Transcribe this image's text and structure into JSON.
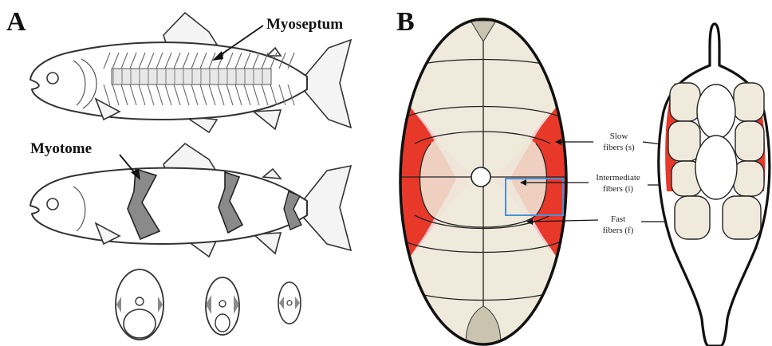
{
  "panels": {
    "a": {
      "letter": "A",
      "myoseptum_label": "Myoseptum",
      "myotome_label": "Myotome"
    },
    "b": {
      "letter": "B",
      "slow_line1": "Slow",
      "slow_line2": "fibers (s)",
      "intermediate_line1": "Intermediate",
      "intermediate_line2": "fibers (i)",
      "fast_line1": "Fast",
      "fast_line2": "fibers (f)"
    }
  },
  "colors": {
    "slow_fibers": "#e8382a",
    "intermediate_fibers": "#f6c9cf",
    "fast_fibers": "#efeadb",
    "dark_section": "#c9c3b0",
    "highlight_box": "#4a90d9",
    "myotome_fill": "#8a8a8a"
  }
}
